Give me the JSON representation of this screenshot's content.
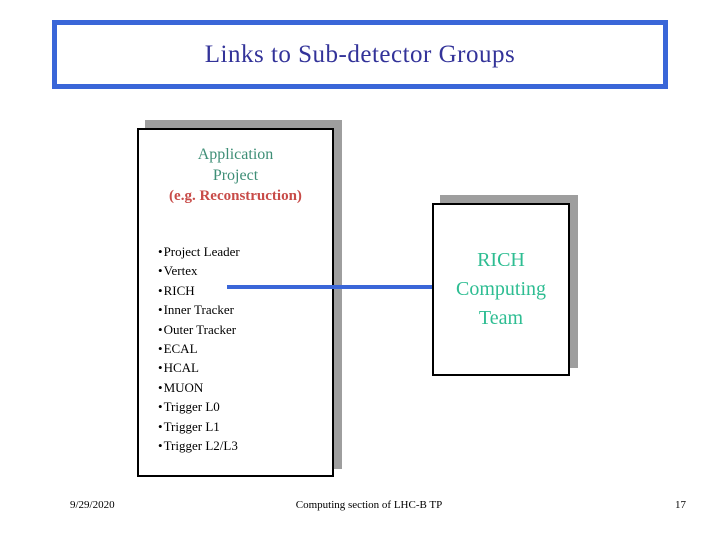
{
  "slide": {
    "title": "Links to Sub-detector Groups",
    "application_box": {
      "heading": "Application Project",
      "subheading": "(e.g. Reconstruction)",
      "bullet": "•",
      "items": [
        "Project Leader",
        "Vertex",
        "RICH",
        "Inner Tracker",
        "Outer Tracker",
        "ECAL",
        "HCAL",
        "MUON",
        "Trigger L0",
        "Trigger L1",
        "Trigger L2/L3"
      ]
    },
    "rich_box": {
      "label": "RICH Computing Team"
    },
    "footer": {
      "date": "9/29/2020",
      "center": "Computing section of LHC-B TP",
      "page_number": "17"
    },
    "colors": {
      "title_border_blue": "#3A66D8",
      "title_text_navy": "#333399",
      "heading_teal": "#3E8E76",
      "subheading_red": "#C84B48",
      "rich_teal": "#2EBD92",
      "connector_blue": "#3A66D8",
      "shadow_gray": "#9E9E9E"
    }
  }
}
